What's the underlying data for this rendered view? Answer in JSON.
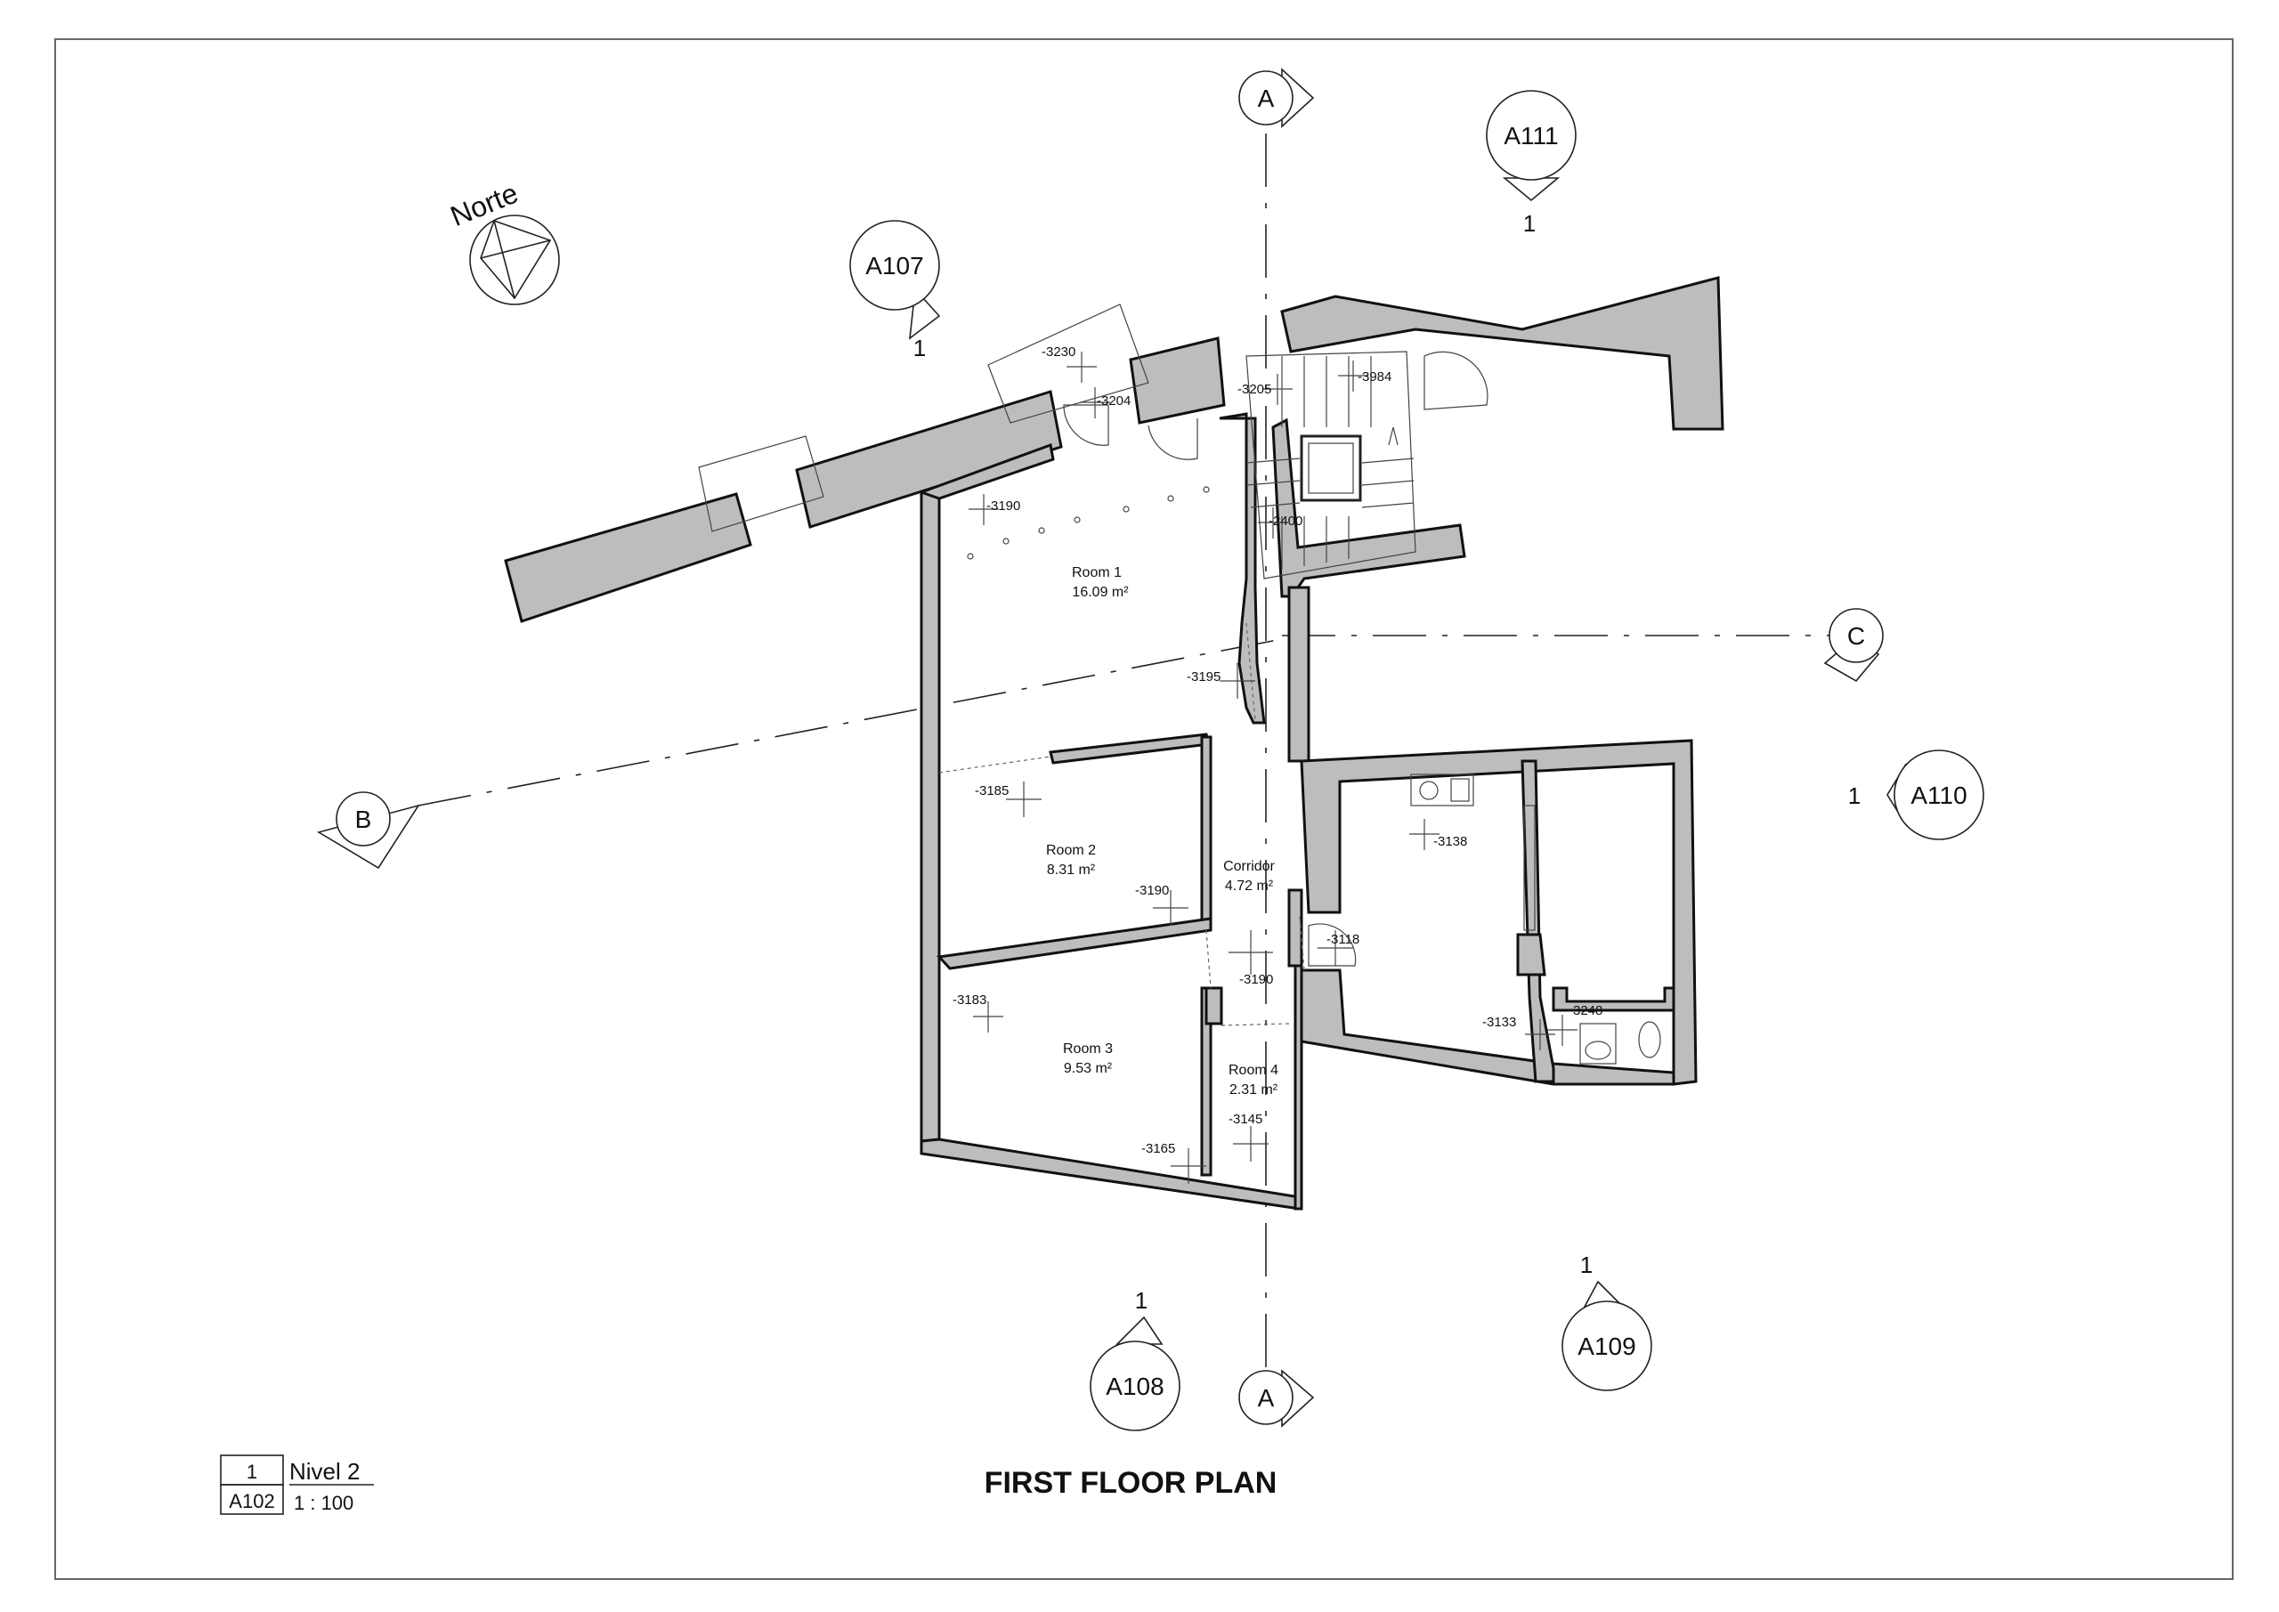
{
  "sheet": {
    "title": "FIRST FLOOR PLAN",
    "north_label": "Norte"
  },
  "legend": {
    "number": "1",
    "sheet": "A102",
    "name": "Nivel 2",
    "scale": "1 : 100"
  },
  "rooms": {
    "room1": {
      "name": "Room 1",
      "area": "16.09 m²"
    },
    "room2": {
      "name": "Room 2",
      "area": "8.31 m²"
    },
    "room3": {
      "name": "Room 3",
      "area": "9.53 m²"
    },
    "room4": {
      "name": "Room 4",
      "area": "2.31 m²"
    },
    "corridor": {
      "name": "Corridor",
      "area": "4.72 m²"
    }
  },
  "sections": {
    "a_top": "A",
    "a_bottom": "A",
    "b": "B",
    "c": "C"
  },
  "elevations": {
    "a107": {
      "sheet": "A107",
      "number": "1"
    },
    "a111": {
      "sheet": "A111",
      "number": "1"
    },
    "a110": {
      "sheet": "A110",
      "number": "1"
    },
    "a109": {
      "sheet": "A109",
      "number": "1"
    },
    "a108": {
      "sheet": "A108",
      "number": "1"
    }
  },
  "levels": {
    "l3230": "-3230",
    "l3204": "-3204",
    "l3205": "-3205",
    "l3984": "-3984",
    "l3190a": "-3190",
    "l2400": "-2400",
    "l3195": "-3195",
    "l3185": "-3185",
    "l3190b": "-3190",
    "l3118": "-3118",
    "l3190c": "-3190",
    "l3138": "-3138",
    "l3183": "-3183",
    "l3133": "-3133",
    "l3248": "-3248",
    "l3145": "-3145",
    "l3165": "-3165"
  }
}
